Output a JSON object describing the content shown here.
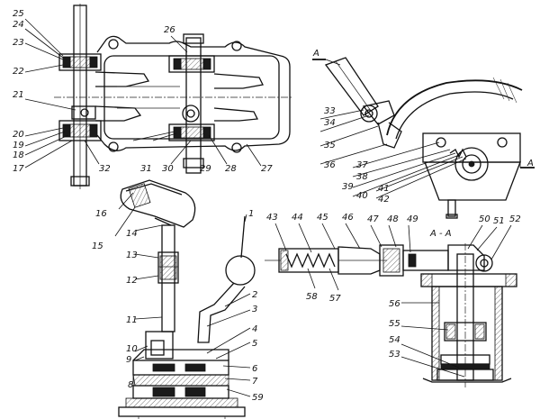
{
  "labels": [
    "1",
    "2",
    "3",
    "4",
    "5",
    "6",
    "7",
    "8",
    "9",
    "10",
    "11",
    "12",
    "13",
    "14",
    "15",
    "16",
    "17",
    "18",
    "19",
    "20",
    "21",
    "22",
    "23",
    "24",
    "25",
    "26",
    "27",
    "28",
    "29",
    "30",
    "31",
    "32",
    "33",
    "34",
    "35",
    "36",
    "37",
    "38",
    "39",
    "40",
    "41",
    "42",
    "43",
    "44",
    "45",
    "46",
    "47",
    "48",
    "49",
    "50",
    "51",
    "52",
    "53",
    "54",
    "55",
    "56",
    "57",
    "58",
    "59"
  ],
  "section_marks": {
    "a_left": "A",
    "a_right": "A",
    "section_title": "A - A"
  }
}
